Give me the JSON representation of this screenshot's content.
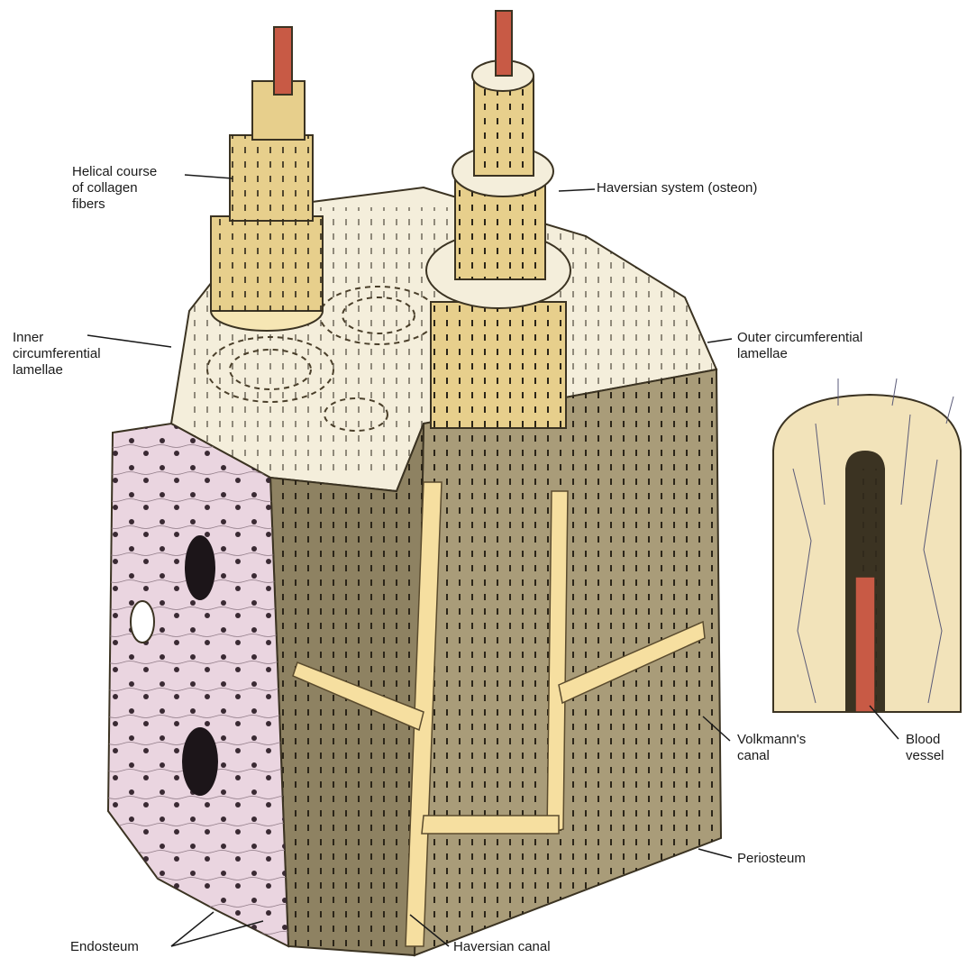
{
  "labels": {
    "helical": "Helical course\nof collagen\nfibers",
    "haversian_system": "Haversian system (osteon)",
    "inner": "Inner\ncircumferential\nlamellae",
    "outer": "Outer circumferential\nlamellae",
    "volkmann": "Volkmann's\ncanal",
    "periosteum": "Periosteum",
    "endosteum": "Endosteum",
    "haversian_canal": "Haversian canal",
    "blood_vessel": "Blood\nvessel"
  },
  "colors": {
    "bone_top": "#f4eedb",
    "bone_side": "#a99c79",
    "bone_side_dark": "#8e8262",
    "canal": "#f6dfa0",
    "lamella": "#e7cf8c",
    "vessel": "#c85a45",
    "endosteum": "#ead5e0"
  }
}
